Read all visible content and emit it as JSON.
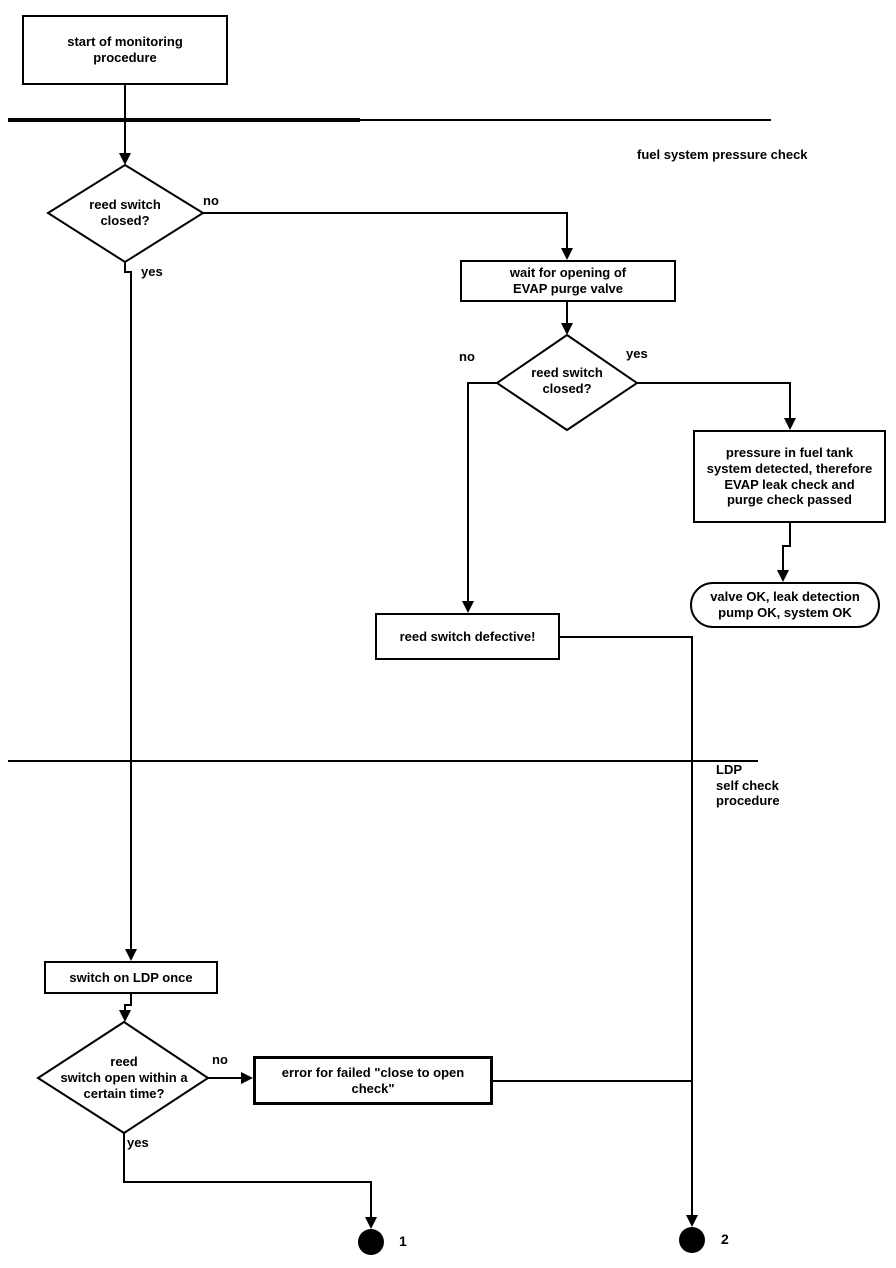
{
  "page": {
    "background": "#ffffff",
    "ink": "#000000"
  },
  "sections": {
    "fuel_check_label": "fuel system pressure check",
    "ldp_label": "LDP\nself check\nprocedure"
  },
  "nodes": {
    "start": "start of monitoring\nprocedure",
    "decision1": "reed switch\nclosed?",
    "wait": "wait for opening of\nEVAP purge valve",
    "decision2": "reed switch\nclosed?",
    "pressure": "pressure in fuel  tank\nsystem detected, therefore\nEVAP leak check and\npurge check passed",
    "valve_ok": "valve OK, leak detection\npump OK, system OK",
    "defective": "reed switch defective!",
    "switch_ldp": "switch on LDP once",
    "decision3": "reed\nswitch open within  a\ncertain time?",
    "error": "error for failed \"close to open\ncheck\""
  },
  "edge_labels": {
    "d1_no": "no",
    "d1_yes": "yes",
    "d2_no": "no",
    "d2_yes": "yes",
    "d3_no": "no",
    "d3_yes": "yes"
  },
  "connectors": {
    "c1": "1",
    "c2": "2"
  }
}
